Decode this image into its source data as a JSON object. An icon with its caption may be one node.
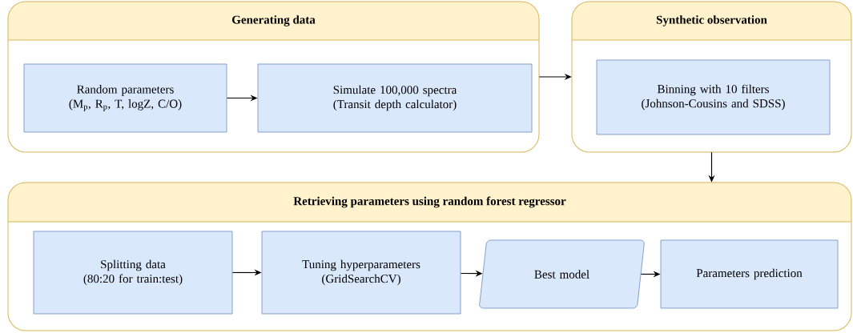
{
  "diagram": {
    "nodes": [
      {
        "text": [
          "Generating data"
        ]
      },
      {
        "text": [
          "Random parameters (M$_{p}$, R$_{p}$, T, logZ, C/O)"
        ],
        "in": 0
      },
      {
        "text": [
          "Simulate 100,000 spectra (Transit depth calculator)"
        ],
        "in": 0
      },
      {
        "text": [
          "Synthetic observation"
        ]
      },
      {
        "text": [
          "Binning with 10 filters (Johnson-Cousins and SDSS)"
        ],
        "in": 3
      },
      {
        "text": [
          "Retrieving parameters using random forest regressor"
        ]
      },
      {
        "text": [
          "Splitting data (80:20 for train:test)"
        ],
        "in": 5
      },
      {
        "text": [
          "Tuning hyperparameters (GridSearchCV)"
        ],
        "in": 5
      },
      {
        "text": [
          "Best model"
        ],
        "in": 5
      },
      {
        "text": [
          "Parameters prediction"
        ],
        "in": 5
      }
    ],
    "edges": [
      {
        "from": 1,
        "to": 2,
        "arrow": "to"
      },
      {
        "from": 0,
        "to": 3,
        "arrow": "to"
      },
      {
        "from": 3,
        "to": 5,
        "arrow": "to"
      },
      {
        "from": 6,
        "to": 7,
        "arrow": "to"
      },
      {
        "from": 7,
        "to": 8,
        "arrow": "to"
      },
      {
        "from": 8,
        "to": 9,
        "arrow": "to"
      }
    ]
  }
}
